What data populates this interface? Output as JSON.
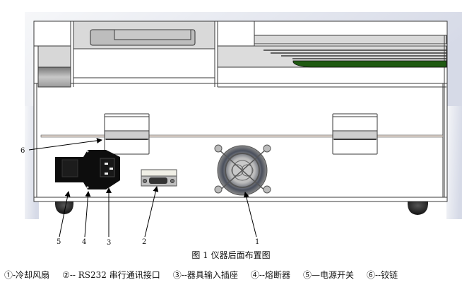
{
  "figure": {
    "caption": "图 1 仪器后面布置图",
    "callout_labels": [
      "1",
      "2",
      "3",
      "4",
      "5",
      "6"
    ],
    "legend": [
      {
        "number": "①",
        "text": "①-冷却风扇"
      },
      {
        "number": "②",
        "text": "②-- RS232 串行通讯接口"
      },
      {
        "number": "③",
        "text": "③--器具输入插座"
      },
      {
        "number": "④",
        "text": "④--熔断器"
      },
      {
        "number": "⑤",
        "text": "⑤—电源开关"
      },
      {
        "number": "⑥",
        "text": "⑥--铰链"
      }
    ],
    "components": [
      {
        "id": 1,
        "name": "cooling-fan"
      },
      {
        "id": 2,
        "name": "rs232-port"
      },
      {
        "id": 3,
        "name": "appliance-inlet"
      },
      {
        "id": 4,
        "name": "fuse"
      },
      {
        "id": 5,
        "name": "power-switch"
      },
      {
        "id": 6,
        "name": "hinge"
      }
    ],
    "colors": {
      "background_gradient_start": "#f4f5f8",
      "background_gradient_end": "#d8dbe8",
      "outline": "#3a3a3a",
      "panel_gray": "#d9d9d9",
      "pcb_green": "#1f5a12",
      "module_black": "#0d0d0d"
    }
  }
}
